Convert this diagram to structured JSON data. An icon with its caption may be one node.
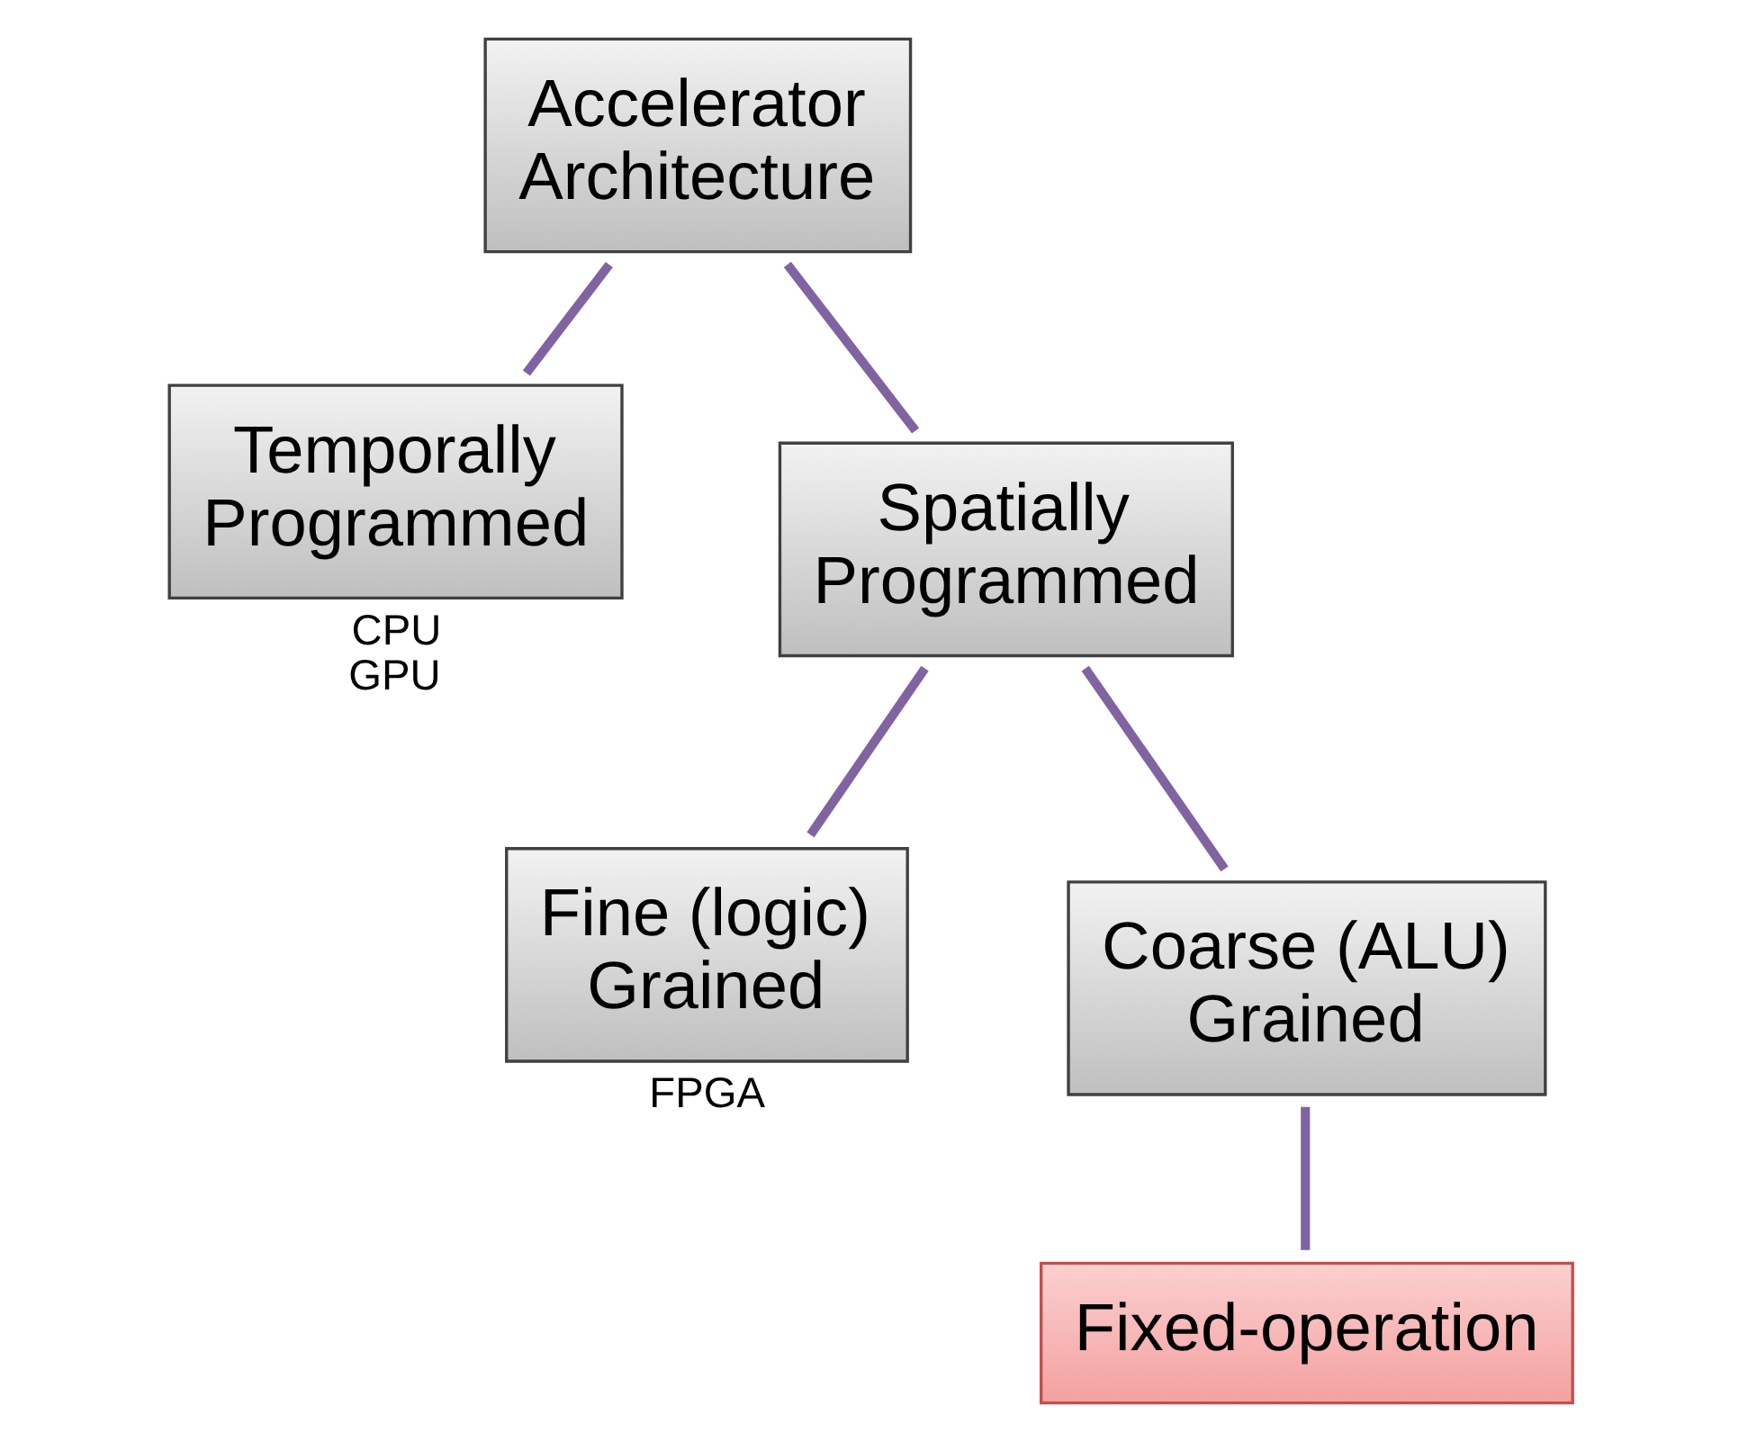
{
  "diagram": {
    "nodes": [
      {
        "text": [
          "Accelerator Architecture"
        ]
      },
      {
        "text": [
          "Temporally Programmed"
        ],
        "beside": [
          "CPU",
          "GPU"
        ]
      },
      {
        "text": [
          "Spatially Programmed"
        ]
      },
      {
        "text": [
          "Fine (logic) Grained"
        ],
        "beside": [
          "FPGA"
        ]
      },
      {
        "text": [
          "Coarse (ALU) Grained"
        ]
      },
      {
        "text": [
          "Fixed-operation"
        ]
      }
    ],
    "edges": [
      {
        "from": 0,
        "to": 1,
        "arrow": "none"
      },
      {
        "from": 0,
        "to": 2,
        "arrow": "none"
      },
      {
        "from": 2,
        "to": 3,
        "arrow": "none"
      },
      {
        "from": 2,
        "to": 4,
        "arrow": "none"
      },
      {
        "from": 4,
        "to": 5,
        "arrow": "none"
      }
    ]
  }
}
